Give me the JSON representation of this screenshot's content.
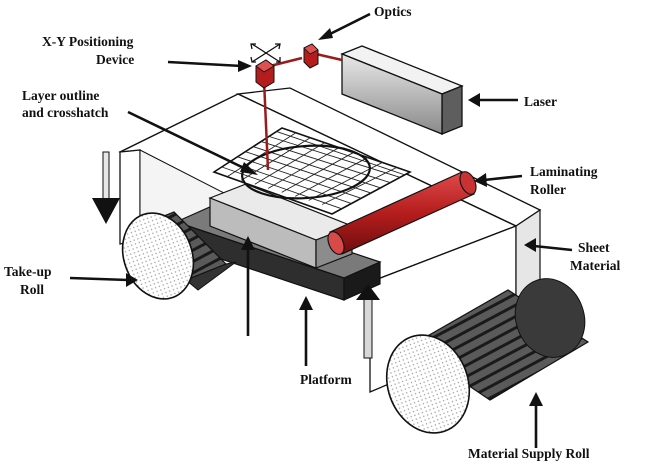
{
  "labels": {
    "optics": "Optics",
    "xy_line1": "X-Y Positioning",
    "xy_line2": "Device",
    "layer_line1": "Layer outline",
    "layer_line2": "and crosshatch",
    "laser": "Laser",
    "laminating_line1": "Laminating",
    "laminating_line2": "Roller",
    "sheet_line1": "Sheet",
    "sheet_line2": "Material",
    "takeup_line1": "Take-up",
    "takeup_line2": "Roll",
    "platform": "Platform",
    "supply": "Material Supply Roll"
  },
  "colors": {
    "roller_red": "#b51d1d",
    "beam_red": "#9b1b1b",
    "outline": "#111111",
    "platform_dark": "#3c3c3c"
  }
}
